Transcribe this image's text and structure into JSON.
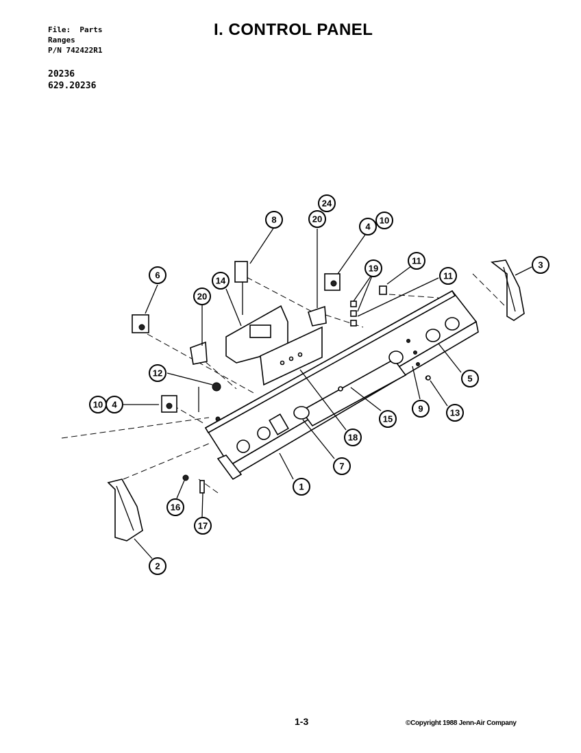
{
  "header": {
    "file_line": "File:  Parts",
    "category": "Ranges",
    "part_number": "P/N 742422R1",
    "models": [
      "20236",
      "629.20236"
    ],
    "title": "I. CONTROL PANEL"
  },
  "footer": {
    "page": "1-3",
    "copyright": "©Copyright 1988 Jenn-Air Company"
  },
  "callouts": [
    {
      "id": "c1",
      "label": "1"
    },
    {
      "id": "c2",
      "label": "2"
    },
    {
      "id": "c3",
      "label": "3"
    },
    {
      "id": "c4a",
      "label": "4"
    },
    {
      "id": "c4b",
      "label": "4"
    },
    {
      "id": "c5",
      "label": "5"
    },
    {
      "id": "c6",
      "label": "6"
    },
    {
      "id": "c7",
      "label": "7"
    },
    {
      "id": "c8",
      "label": "8"
    },
    {
      "id": "c9",
      "label": "9"
    },
    {
      "id": "c10a",
      "label": "10"
    },
    {
      "id": "c10b",
      "label": "10"
    },
    {
      "id": "c11a",
      "label": "11"
    },
    {
      "id": "c11b",
      "label": "11"
    },
    {
      "id": "c12",
      "label": "12"
    },
    {
      "id": "c13",
      "label": "13"
    },
    {
      "id": "c14",
      "label": "14"
    },
    {
      "id": "c15",
      "label": "15"
    },
    {
      "id": "c16",
      "label": "16"
    },
    {
      "id": "c17",
      "label": "17"
    },
    {
      "id": "c18",
      "label": "18"
    },
    {
      "id": "c19",
      "label": "19"
    },
    {
      "id": "c20a",
      "label": "20"
    },
    {
      "id": "c20b",
      "label": "20"
    },
    {
      "id": "c24",
      "label": "24"
    }
  ]
}
